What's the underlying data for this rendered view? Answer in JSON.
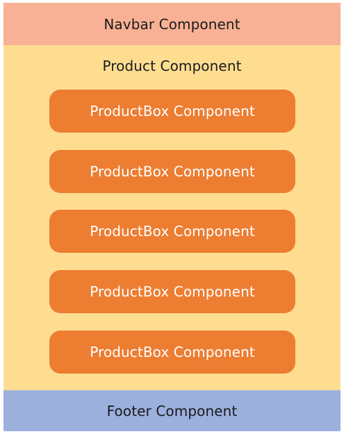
{
  "navbar": {
    "label": "Navbar Component"
  },
  "product": {
    "label": "Product Component",
    "boxes": [
      {
        "label": "ProductBox Component"
      },
      {
        "label": "ProductBox Component"
      },
      {
        "label": "ProductBox Component"
      },
      {
        "label": "ProductBox Component"
      },
      {
        "label": "ProductBox Component"
      }
    ]
  },
  "footer": {
    "label": "Footer Component"
  },
  "colors": {
    "navbar": "#f8b195",
    "product": "#fedd91",
    "productbox": "#ed7d31",
    "footer": "#9cb0de"
  }
}
